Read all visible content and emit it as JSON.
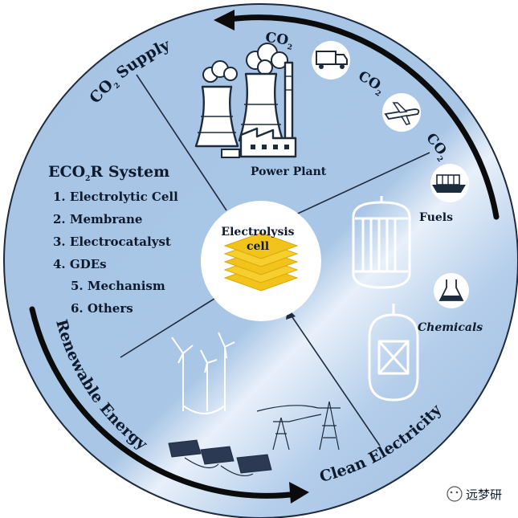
{
  "center": {
    "line1": "Electrolysis",
    "line2": "cell"
  },
  "co2_supply": {
    "main": "CO",
    "sub": "2",
    "suffix": " Supply"
  },
  "eco2r": {
    "heading_prefix": "ECO",
    "heading_sub": "2",
    "heading_suffix": "R System",
    "items": [
      "1. Electrolytic Cell",
      "2. Membrane",
      "3. Electrocatalyst",
      "4. GDEs",
      "5. Mechanism",
      "6. Others"
    ]
  },
  "power_plant": "Power Plant",
  "co2_tag": {
    "main": "CO",
    "sub": "2"
  },
  "fuels": "Fuels",
  "chemicals": "Chemicals",
  "renewable_energy": "Renewable Energy",
  "clean_electricity": "Clean Electricity",
  "watermark": "远梦研",
  "colors": {
    "circle": "#a9c6e6",
    "ink": "#1e2b3d",
    "cell_yellow": "#f2c31b"
  }
}
